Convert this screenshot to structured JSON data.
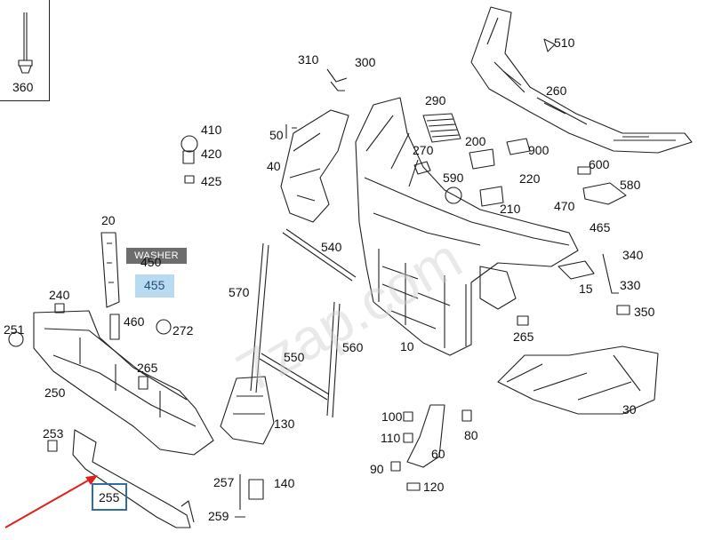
{
  "tooltip": "WASHER",
  "watermark": "7zap.com",
  "highlight_part": "455",
  "boxed_part": "255",
  "colors": {
    "tooltip_bg": "#6d6d6d",
    "highlight": "#b9dbf2",
    "box": "#2e6ea8",
    "arrow": "#e0201c"
  },
  "callouts": {
    "c360": "360",
    "c310": "310",
    "c300": "300",
    "c510": "510",
    "c260": "260",
    "c290": "290",
    "c410": "410",
    "c420": "420",
    "c425": "425",
    "c50": "50",
    "c40": "40",
    "c270": "270",
    "c200": "200",
    "c900": "900",
    "c590": "590",
    "c220": "220",
    "c600": "600",
    "c580": "580",
    "c470": "470",
    "c210": "210",
    "c465": "465",
    "c20": "20",
    "c450": "450",
    "c455": "455",
    "c540": "540",
    "c340": "340",
    "c570": "570",
    "c330": "330",
    "c15": "15",
    "c240": "240",
    "c350": "350",
    "c460": "460",
    "c251": "251",
    "c272": "272",
    "c265a": "265",
    "c560": "560",
    "c10": "10",
    "c265b": "265",
    "c550": "550",
    "c250": "250",
    "c130": "130",
    "c30": "30",
    "c100": "100",
    "c80": "80",
    "c110": "110",
    "c253": "253",
    "c60": "60",
    "c90": "90",
    "c257": "257",
    "c140": "140",
    "c120": "120",
    "c259": "259",
    "c255": "255"
  }
}
